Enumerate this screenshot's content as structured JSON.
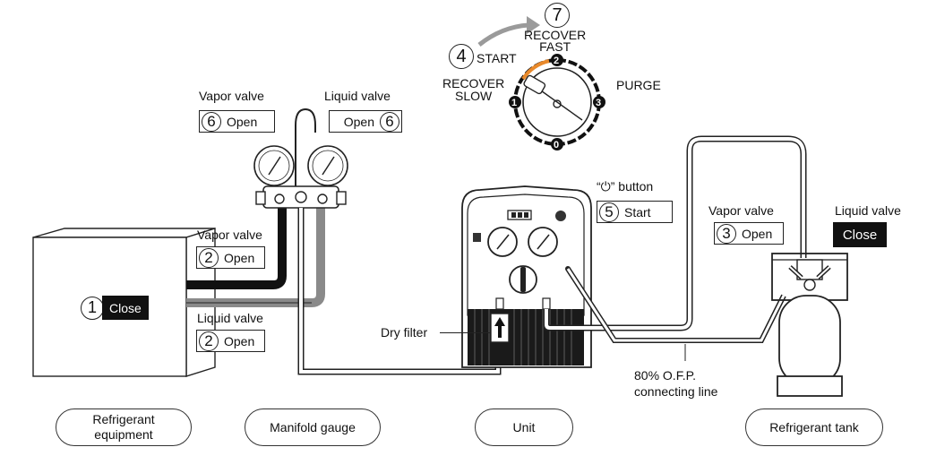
{
  "dial": {
    "recover_fast": "RECOVER\nFAST",
    "recover_slow": "RECOVER\nSLOW",
    "purge": "PURGE",
    "start_num": "4",
    "start_label": "START",
    "step7_num": "7",
    "pos1": "1",
    "pos2": "2",
    "pos3": "3",
    "pos0": "0"
  },
  "manifold": {
    "vapor_valve_top": "Vapor valve",
    "liquid_valve_top": "Liquid valve",
    "vapor_top_num": "6",
    "vapor_top_state": "Open",
    "liquid_top_num": "6",
    "liquid_top_state": "Open",
    "vapor_valve_mid": "Vapor valve",
    "vapor_mid_num": "2",
    "vapor_mid_state": "Open",
    "liquid_valve_mid": "Liquid valve",
    "liquid_mid_num": "2",
    "liquid_mid_state": "Open"
  },
  "equipment": {
    "close_num": "1",
    "close_label": "Close"
  },
  "unit": {
    "button_caption": "“⏻” button",
    "button_num": "5",
    "button_label": "Start",
    "dry_filter": "Dry filter",
    "ofp_line": "80% O.F.P.\nconnecting line"
  },
  "tank": {
    "vapor_valve": "Vapor valve",
    "vapor_num": "3",
    "vapor_state": "Open",
    "liquid_valve": "Liquid valve",
    "liquid_state": "Close"
  },
  "captions": {
    "equipment": "Refrigerant\nequipment",
    "manifold": "Manifold gauge",
    "unit": "Unit",
    "tank": "Refrigerant tank"
  },
  "colors": {
    "line": "#1a1a1a",
    "hose_gray": "#8a8a8a",
    "arrow_gray": "#9a9a9a",
    "accent_orange": "#e8892b"
  },
  "icons": [
    "power-icon",
    "arrow-up-icon",
    "curved-arrow-icon"
  ]
}
